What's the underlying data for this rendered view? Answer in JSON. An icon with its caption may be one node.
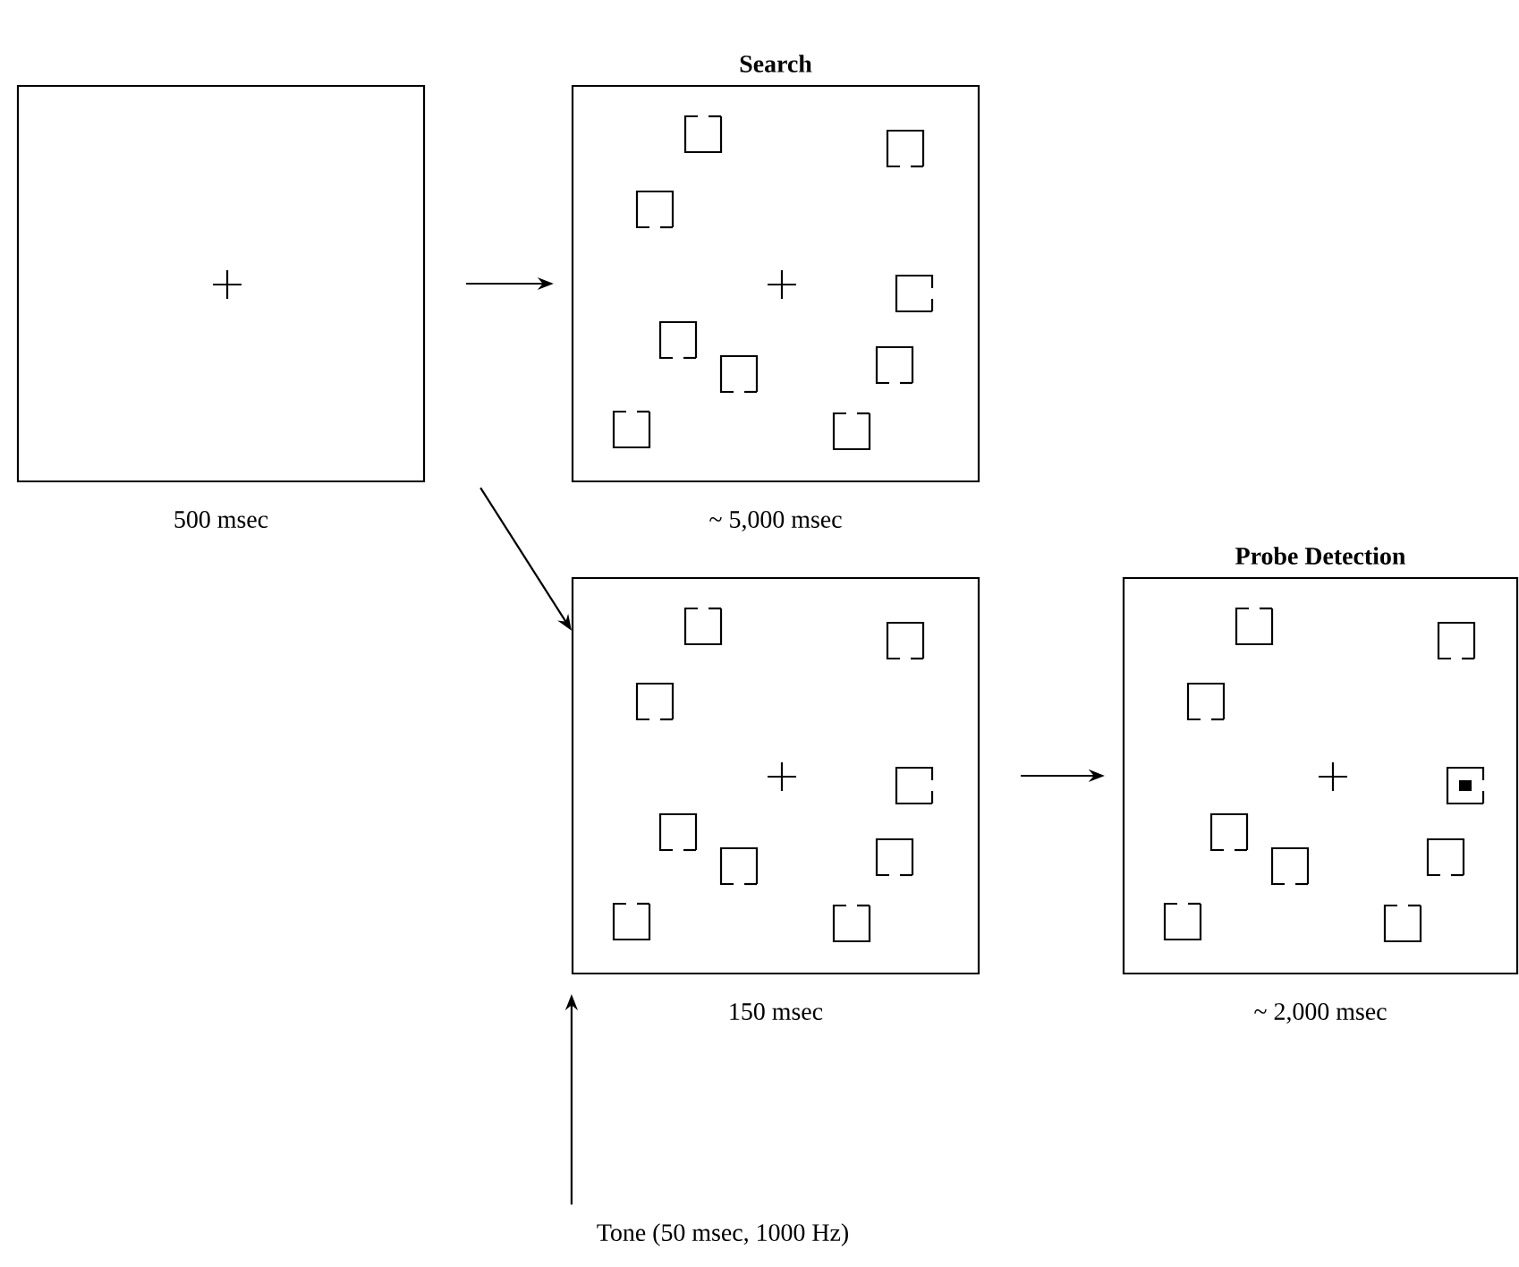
{
  "diagram": {
    "nodes": [
      {
        "text": [],
        "shape": "box",
        "beside": [
          "500 msec"
        ]
      },
      {
        "text": [
          "Search"
        ],
        "beside": [
          "~ 5,000 msec"
        ]
      },
      {
        "text": [],
        "shape": "box",
        "beside": [
          "150 msec"
        ]
      },
      {
        "text": [
          "Probe Detection"
        ],
        "beside": [
          "~ 2,000 msec"
        ]
      },
      {
        "text": [
          "Tone (50 msec, 1000 Hz)"
        ]
      }
    ],
    "edges": [
      {
        "from": 0,
        "to": 1,
        "arrow": "to"
      },
      {
        "from": 0,
        "to": 2,
        "arrow": "to"
      },
      {
        "from": 2,
        "to": 3,
        "arrow": "to"
      },
      {
        "from": 4,
        "to": 2,
        "arrow": "to"
      }
    ]
  }
}
